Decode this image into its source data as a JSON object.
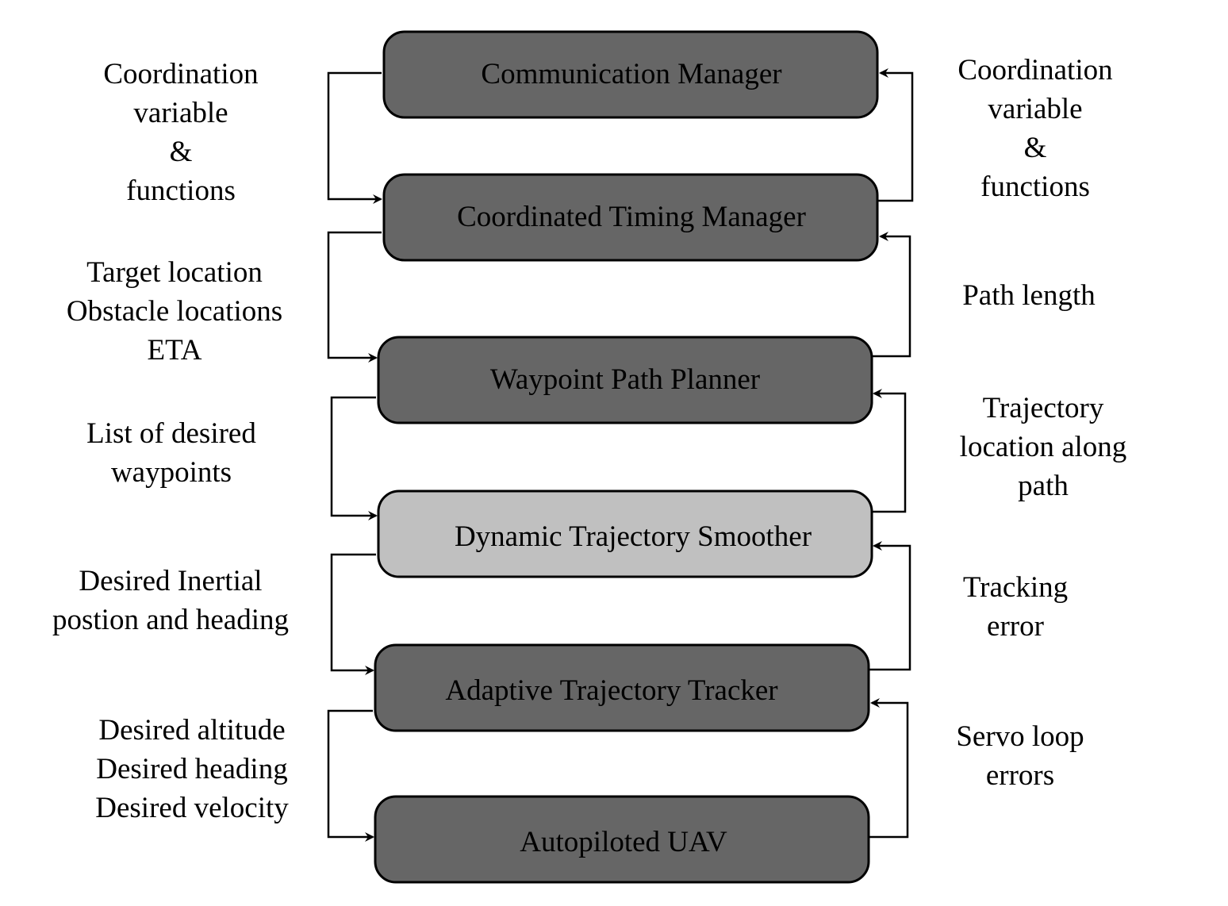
{
  "blocks": [
    {
      "label": "Communication Manager",
      "color": "#666666"
    },
    {
      "label": "Coordinated Timing Manager",
      "color": "#666666"
    },
    {
      "label": "Waypoint Path Planner",
      "color": "#666666"
    },
    {
      "label": "Dynamic Trajectory Smoother",
      "color": "#c0c0c0"
    },
    {
      "label": "Adaptive Trajectory Tracker",
      "color": "#666666"
    },
    {
      "label": "Autopiloted UAV",
      "color": "#666666"
    }
  ],
  "left_labels": [
    {
      "lines": [
        "Coordination",
        "variable",
        "&",
        "functions"
      ]
    },
    {
      "lines": [
        "Target location",
        "Obstacle locations",
        "ETA"
      ]
    },
    {
      "lines": [
        "List of desired",
        "waypoints"
      ]
    },
    {
      "lines": [
        "Desired Inertial",
        "postion and heading"
      ]
    },
    {
      "lines": [
        "Desired altitude",
        "Desired heading",
        "Desired velocity"
      ]
    }
  ],
  "right_labels": [
    {
      "lines": [
        "Coordination",
        "variable",
        "&",
        "functions"
      ]
    },
    {
      "lines": [
        "Path length"
      ]
    },
    {
      "lines": [
        "Trajectory",
        "location along",
        "path"
      ]
    },
    {
      "lines": [
        "Tracking",
        "error"
      ]
    },
    {
      "lines": [
        "Servo loop",
        "errors"
      ]
    }
  ]
}
